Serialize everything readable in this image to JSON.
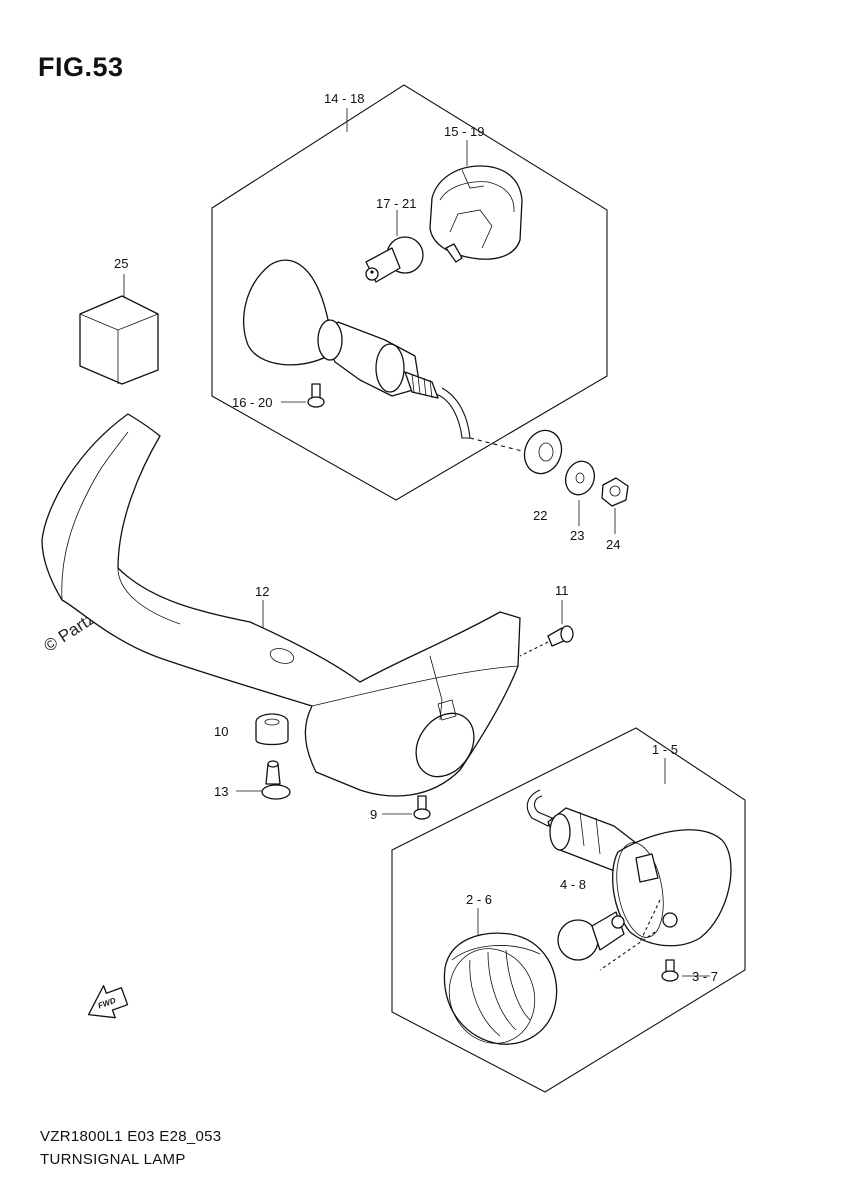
{
  "figure": {
    "title": "FIG.53",
    "model_code": "VZR1800L1 E03 E28_053",
    "section_title": "TURNSIGNAL LAMP"
  },
  "watermark": {
    "text": "© Partzilla.com"
  },
  "callouts": {
    "c14_18": "14 - 18",
    "c15_19": "15 - 19",
    "c17_21": "17 - 21",
    "c25": "25",
    "c16_20": "16 - 20",
    "c22": "22",
    "c23": "23",
    "c24": "24",
    "c12": "12",
    "c11": "11",
    "c10": "10",
    "c13": "13",
    "c9": "9",
    "c1_5": "1 - 5",
    "c4_8": "4 - 8",
    "c2_6": "2 - 6",
    "c3_7": "3 - 7"
  },
  "icons": {
    "fwd_arrow": "FWD"
  }
}
